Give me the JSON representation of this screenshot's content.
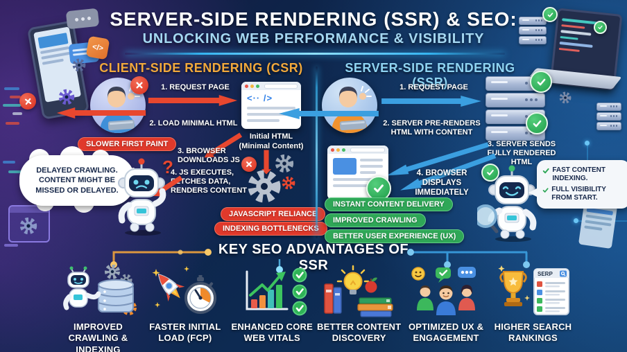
{
  "title": {
    "line1": "SERVER-SIDE RENDERING (SSR) & SEO:",
    "line2": "UNLOCKING WEB PERFORMANCE & VISIBILITY"
  },
  "csr": {
    "heading": "CLIENT-SIDE RENDERING (CSR)",
    "step1": "1. REQUEST PAGE",
    "step2": "2. LOAD MINIMAL HTML",
    "step3": "3. BROWSER DOWNLOADS JS",
    "step4": "4. JS EXECUTES, FETCHES DATA, RENDERS CONTENT",
    "browser_caption_line1": "Initial HTML",
    "browser_caption_line2": "(Minimal Content)",
    "badge_slower_first_paint": "SLOWER FIRST PAINT",
    "badge_javascript_reliance": "JAVASCRIPT RELIANCE",
    "badge_indexing_bottlenecks": "INDEXING BOTTLENECKS",
    "thought_bubble": "DELAYED CRAWLING. CONTENT MIGHT BE MISSED OR DELAYED."
  },
  "ssr": {
    "heading": "SERVER-SIDE RENDERING (SSR)",
    "step1": "1. REQUEST PAGE",
    "step2": "2. SERVER PRE-RENDERS HTML WITH CONTENT",
    "step3": "3. SERVER SENDS FULLY RENDERED HTML",
    "step4": "4. BROWSER DISPLAYS IMMEDIATELY",
    "badge_instant_delivery": "INSTANT CONTENT DELIVERY",
    "badge_improved_crawling": "IMPROVED CRAWLING",
    "badge_better_ux": "BETTER USER EXPERIENCE (UX)",
    "speech_item1": "FAST CONTENT INDEXING.",
    "speech_item2": "FULL VISIBILITY FROM START."
  },
  "advantages": {
    "heading": "KEY SEO ADVANTAGES OF SSR",
    "items": [
      {
        "label": "IMPROVED CRAWLING & INDEXING",
        "icon": "robot-database-icon"
      },
      {
        "label": "FASTER INITIAL LOAD (FCP)",
        "icon": "rocket-stopwatch-icon"
      },
      {
        "label": "ENHANCED CORE WEB VITALS",
        "icon": "bar-chart-checks-icon"
      },
      {
        "label": "BETTER CONTENT DISCOVERY",
        "icon": "books-lightbulb-icon"
      },
      {
        "label": "OPTIMIZED UX & ENGAGEMENT",
        "icon": "people-group-icon"
      },
      {
        "label": "HIGHER SEARCH RANKINGS",
        "icon": "trophy-serp-icon"
      }
    ],
    "serp_label": "SERP"
  },
  "glyphs": {
    "question_mark": "?",
    "minimal_code": "<·· />",
    "code_badge": "</>"
  },
  "colors": {
    "background_navy": "#0D2449",
    "csr_accent_orange": "#F2A93B",
    "ssr_accent_lightblue": "#8FD4F2",
    "negative_red": "#E0392B",
    "positive_green": "#2FA757",
    "arrow_red": "#E8472F",
    "arrow_blue": "#3B9FE0",
    "subtitle_blue": "#A5D8F2"
  }
}
